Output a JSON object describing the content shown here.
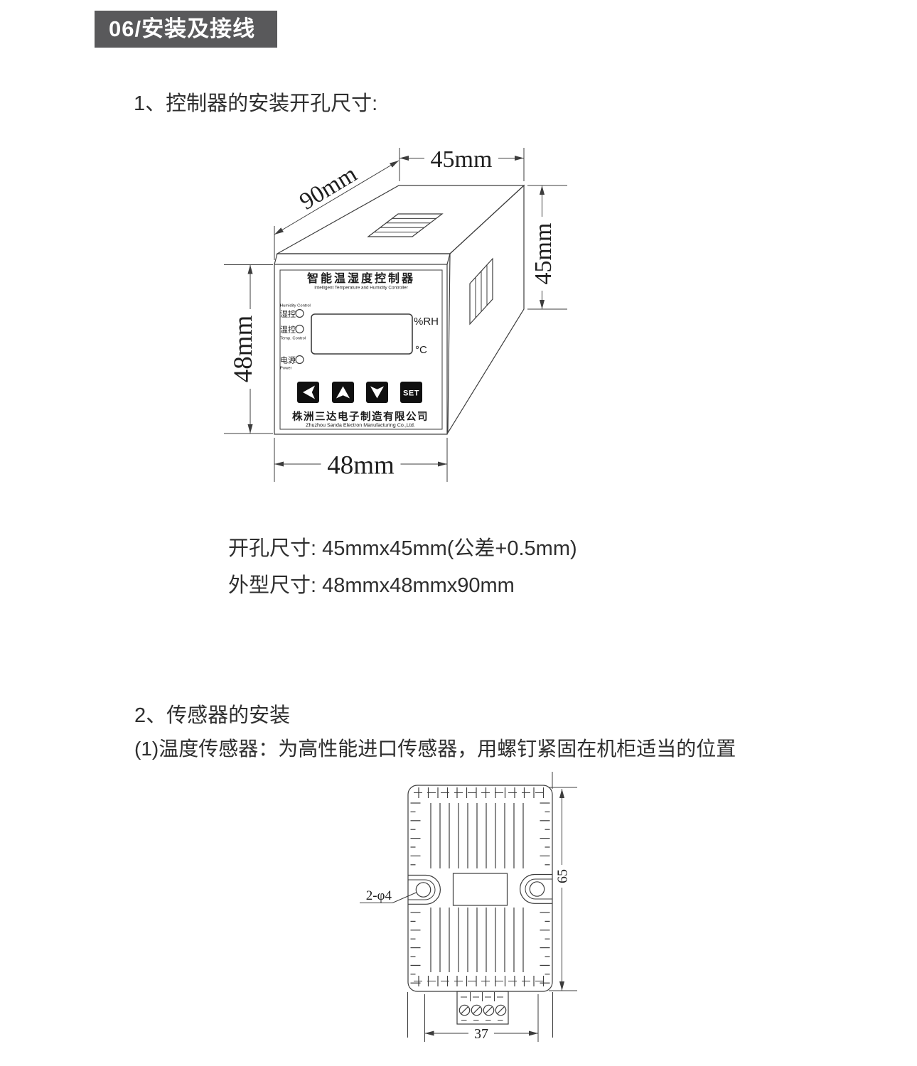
{
  "page": {
    "badge": "06/安装及接线",
    "section1_title": "1、控制器的安装开孔尺寸:",
    "specs": [
      "开孔尺寸: 45mmx45mm(公差+0.5mm)",
      "外型尺寸: 48mmx48mmx90mm"
    ],
    "section2_title": "2、传感器的安装",
    "section2_para": "(1)温度传感器：为高性能进口传感器，用螺钉紧固在机柜适当的位置"
  },
  "controller": {
    "dim_top_width": "45mm",
    "dim_depth": "90mm",
    "dim_side_height": "45mm",
    "dim_front_height": "48mm",
    "dim_front_width": "48mm",
    "panel": {
      "title": "智能温湿度控制器",
      "subtitle": "Intelligent Temperature and Humidity Controller",
      "led_humidity_en": "Humidity Control",
      "led_humidity_cn": "湿控",
      "led_temp_cn": "温控",
      "led_temp_en": "Temp. Control",
      "led_power_cn": "电源",
      "led_power_en": "Power",
      "unit_top": "%RH",
      "unit_bottom": "°C",
      "buttons": [
        "left-arrow-button",
        "up-arrow-button",
        "down-arrow-button",
        "set-button"
      ],
      "btn_set": "SET",
      "company_cn": "株洲三达电子制造有限公司",
      "company_en": "Zhuzhou Sanda Electron Manufacturing Co.,Ltd."
    }
  },
  "sensor": {
    "hole_label": "2-φ4",
    "dim_height": "65",
    "dim_width": "37"
  },
  "colors": {
    "badge_bg": "#59595b",
    "badge_text": "#ffffff",
    "line": "#3d3d3d",
    "button_fill": "#101010"
  }
}
